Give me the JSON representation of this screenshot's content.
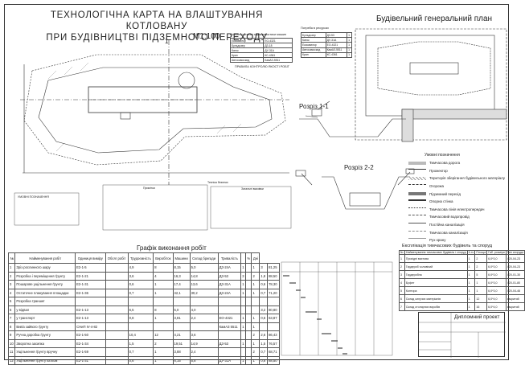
{
  "header": {
    "title_line1": "ТЕХНОЛОГІЧНА КАРТА НА ВЛАШТУВАННЯ КОТЛОВАНУ",
    "title_line2": "ПРИ БУДІВНИЦТВІ ПІДЗЕМНОГО ПЕРЕХОДУ",
    "scale": "М1:100"
  },
  "site_plan": {
    "title": "Будівельний генеральний план"
  },
  "sections": {
    "s11": "Розріз 1-1",
    "s22": "Розріз 2-2"
  },
  "mark_1": "1",
  "params_table": {
    "title": "Основні технічні характеристики машин",
    "rows": [
      [
        "Екскаватор",
        "ЕО-4321"
      ],
      [
        "Бульдозер",
        "ДЗ-18"
      ],
      [
        "Каток",
        "ДУ-31А"
      ],
      [
        "Кран",
        "КС-4361"
      ],
      [
        "Автосамоскид",
        "КамАЗ-5511"
      ]
    ]
  },
  "res_table": {
    "title": "Потреба в ресурсах",
    "rows": [
      [
        "Бульдозер",
        "ДЗ-53",
        "1"
      ],
      [
        "Каток",
        "ДУ-31А",
        "1"
      ],
      [
        "Екскаватор",
        "ЕО-4321",
        "1"
      ],
      [
        "Автосамоскид",
        "КамАЗ-5511",
        "1"
      ],
      [
        "Кран",
        "КС-4361",
        "1"
      ]
    ]
  },
  "quality_title": "ПРАВИЛА КОНТРОЛЮ ЯКОСТІ РОБІТ",
  "legend": {
    "title": "Умовні позначення",
    "items": [
      "Тимчасова дорога",
      "Прожектор",
      "Територія зберігання будівельного матеріалу",
      "Огорожа",
      "Підземний перехід",
      "Опорна стінка",
      "Тимчасова лінія електропередач",
      "Тимчасовий водопровід",
      "Постійна каналізація",
      "Тимчасова каналізація",
      "Рух крану"
    ]
  },
  "notes": {
    "left_title": "УМОВНІ ПОЗНАЧЕННЯ",
    "mid_title": "Примітки",
    "right_title": "Загальні вказівки",
    "tech_title": "Техніка безпеки"
  },
  "schedule": {
    "title": "Графік виконання робіт",
    "headers": [
      "№",
      "Найменування робіт",
      "Одиниця виміру",
      "Обсяг робіт",
      "Трудоємність",
      "Виробіток",
      "Машини",
      "Склад бригади",
      "Тривалість",
      "",
      "%",
      "Дні"
    ],
    "sub": [
      "",
      "",
      "",
      "",
      "Qн=Qб",
      "Qп=Тн·Пр",
      "Вн",
      "Qп/Qн",
      "",
      "",
      "",
      "",
      "",
      "",
      "",
      ""
    ],
    "rows": [
      [
        "1",
        "Зріз рослинного шару",
        "Е2-1-5",
        "",
        "4,9",
        "8",
        "8,15",
        "5,0",
        "ДЗ-24А",
        "1",
        "",
        "1",
        "3",
        "81,25"
      ],
      [
        "2",
        "Розробка і переміщення ґрунту",
        "Е2-1-21",
        "",
        "3,6",
        "4",
        "16,3",
        "14,8",
        "ДЗ-53",
        "3",
        "",
        "2",
        "1,8",
        "88,50"
      ],
      [
        "3",
        "Пошарове ущільнення ґрунту",
        "Е2-1-31",
        "",
        "0,6",
        "1",
        "17,4",
        "13,6",
        "ДЗ-31А",
        "1",
        "",
        "1",
        "0,6",
        "78,30"
      ],
      [
        "4",
        "Остаточне планування площадки",
        "Е2-1-36",
        "",
        "0,7",
        "1",
        "42,1",
        "30,2",
        "ДЗ-24А",
        "1",
        "",
        "1",
        "0,7",
        "71,20"
      ],
      [
        "5",
        "Розробка траншеї",
        "",
        "",
        "",
        "",
        "",
        "",
        "",
        "",
        "",
        "",
        "",
        ""
      ],
      [
        "6",
        "у відвал",
        "Е2-1-13",
        "",
        "6,5",
        "8",
        "5,0",
        "4,0",
        "",
        "",
        "",
        "",
        "3,2",
        "80,80"
      ],
      [
        "7",
        "у транспорт",
        "Е2-1-13",
        "",
        "0,8",
        "1",
        "3,81",
        "2,4",
        "ЕО-4321",
        "1",
        "",
        "1",
        "0,6",
        "63,87"
      ],
      [
        "8",
        "Вивіз зайвого ґрунту",
        "СНиП IV-4-82",
        "",
        "",
        "",
        "",
        "",
        "КамАЗ 5511",
        "1",
        "",
        "1",
        "",
        ""
      ],
      [
        "9",
        "Ручна доробка ґрунту",
        "Е2-1-50",
        "",
        "10,4",
        "12",
        "4,21",
        "3,6",
        "",
        "",
        "",
        "2",
        "2,6",
        "86,43"
      ],
      [
        "10",
        "Зворотна засипка",
        "Е2-1-34",
        "",
        "1,5",
        "2",
        "19,51",
        "14,9",
        "ДЗ-53",
        "1",
        "",
        "1",
        "1,5",
        "76,57"
      ],
      [
        "11",
        "Ущільнення ґрунту вручну",
        "Е2-1-59",
        "",
        "0,7",
        "1",
        "3,88",
        "2,4",
        "",
        "",
        "",
        "2",
        "0,7",
        "68,71"
      ],
      [
        "12",
        "Ущільнення ґрунту катком",
        "Е2-1-31",
        "",
        "0,6",
        "1",
        "6,15",
        "5,8",
        "ДУ-31А",
        "1",
        "",
        "1",
        "0,6",
        "88,50"
      ]
    ]
  },
  "explication": {
    "title": "Експлікація тимчасових будівель та споруд",
    "headers": [
      "№",
      "Найменування тимчасових будівель і споруд",
      "К-ть",
      "Площа",
      "Габ. розміри",
      "Тип споруди"
    ],
    "rows": [
      [
        "1",
        "Прохідні вахтова",
        "1",
        "2",
        "6,0*3,0",
        "420-04-23"
      ],
      [
        "2",
        "Гардероб чоловічий",
        "1",
        "2",
        "6,0*3,0",
        "420-04-23"
      ],
      [
        "3",
        "Гардеробна",
        "1",
        "5",
        "6,0*3,0",
        "420-01-30"
      ],
      [
        "4",
        "Буфет",
        "1",
        "1",
        "6,0*3,0",
        "420-01-80"
      ],
      [
        "5",
        "Контора",
        "1",
        "1",
        "6,0*3,0",
        "420-04-46"
      ],
      [
        "6",
        "Склад сипучих матеріалів",
        "1",
        "12",
        "6,0*4,0",
        "закритий"
      ],
      [
        "7",
        "Склад столярних виробів",
        "1",
        "16",
        "6,0*4,0",
        "закритий"
      ]
    ]
  },
  "stamp": {
    "name": "Дипломний проект"
  }
}
